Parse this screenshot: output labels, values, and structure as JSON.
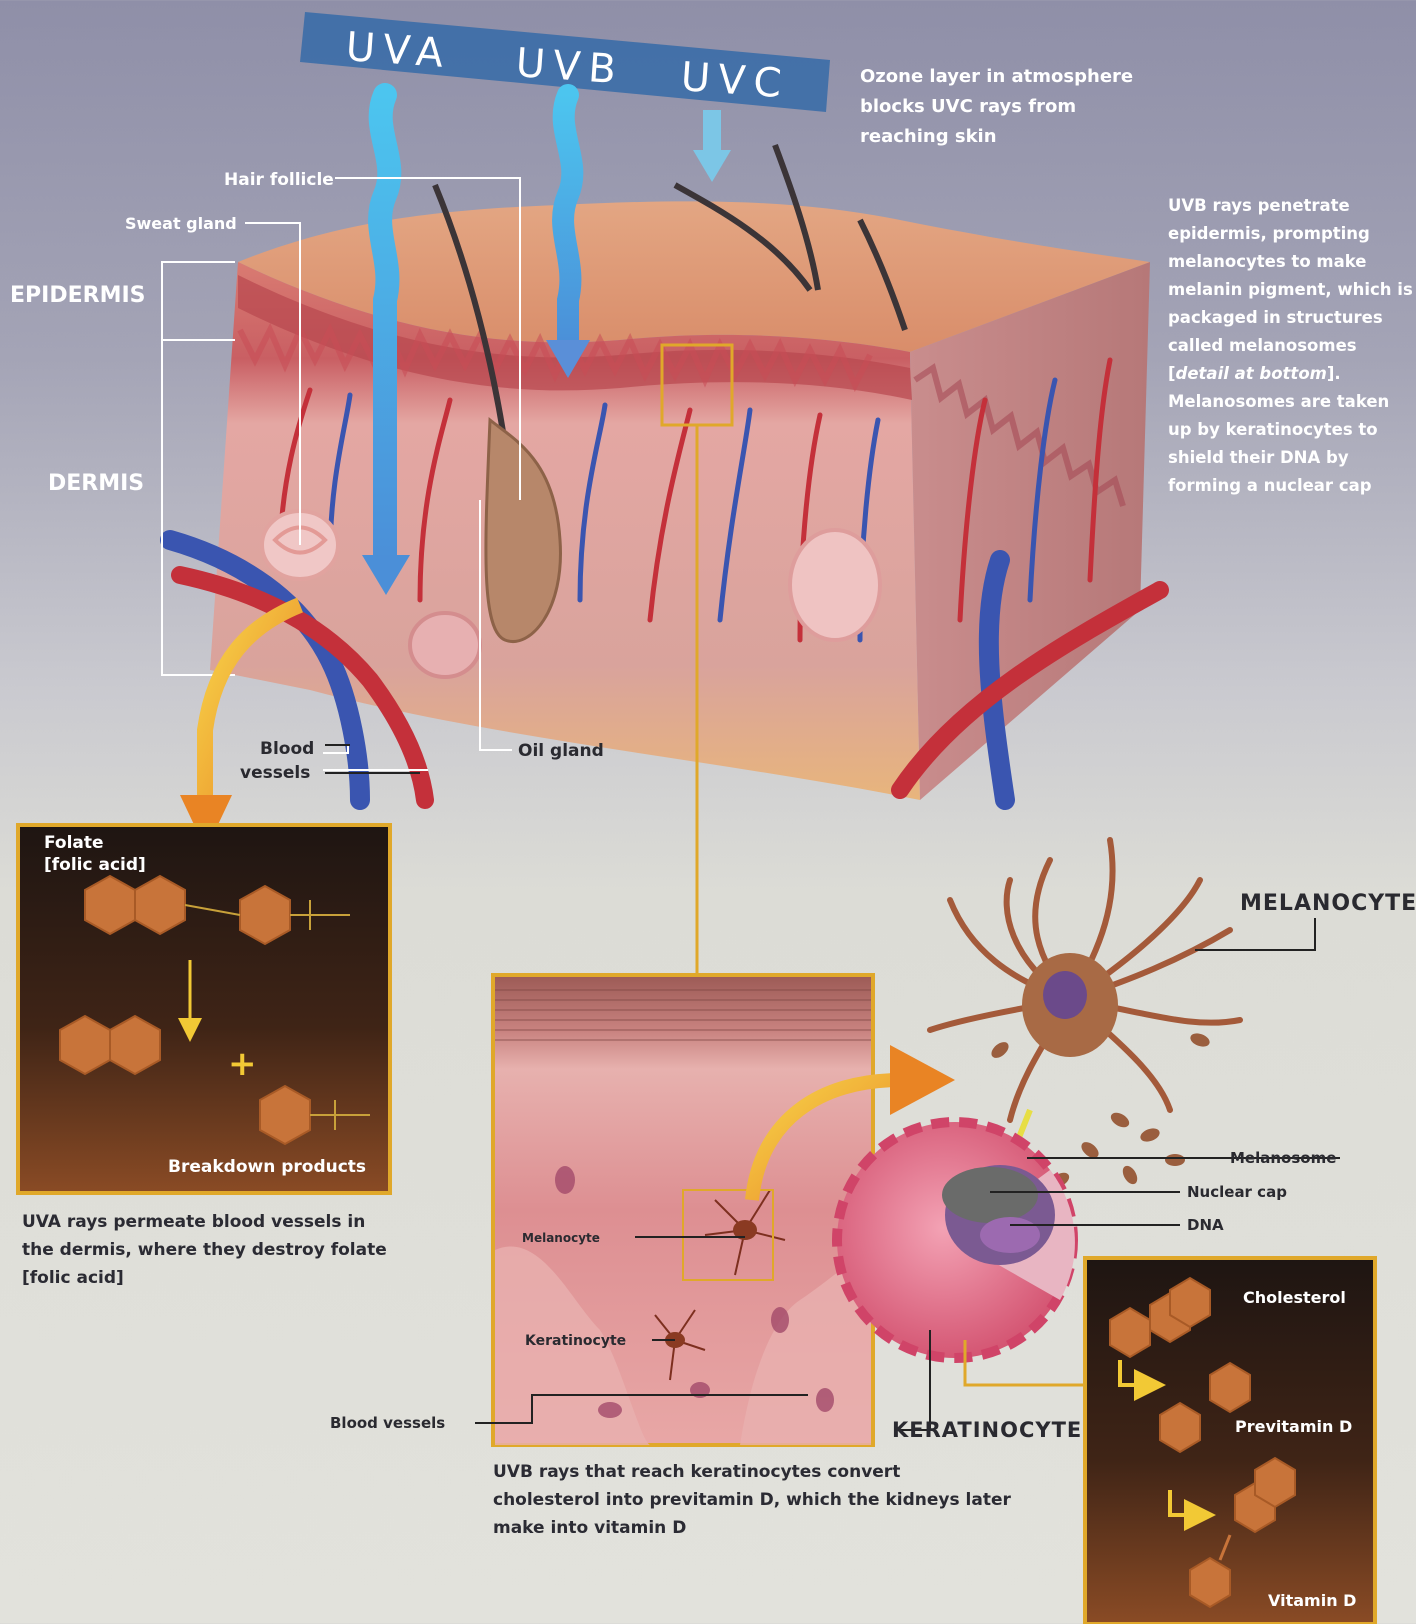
{
  "uv_band": {
    "uva": "UVA",
    "uvb": "UVB",
    "uvc": "UVC"
  },
  "ozone_note": "Ozone layer in atmosphere blocks UVC rays from reaching skin",
  "uvb_note": {
    "before": "UVB rays penetrate epidermis, prompting melanocytes to make melanin pigment, which is packaged in structures called melanosomes [",
    "italic": "detail at bottom",
    "after": "]. Melanosomes are taken up by keratinocytes to shield their DNA by forming a nuclear cap"
  },
  "skin_labels": {
    "hair_follicle": "Hair follicle",
    "sweat_gland": "Sweat gland",
    "epidermis": "EPIDERMIS",
    "dermis": "DERMIS",
    "blood_vessels_line1": "Blood",
    "blood_vessels_line2": "vessels",
    "oil_gland": "Oil gland"
  },
  "folate_box": {
    "title_line1": "Folate",
    "title_line2": "[folic acid]",
    "footer": "Breakdown products"
  },
  "uva_caption": "UVA rays permeate blood vessels in the dermis, where they destroy folate [folic acid]",
  "detail_labels": {
    "melanocyte": "Melanocyte",
    "keratinocyte": "Keratinocyte",
    "blood_vessels": "Blood vessels"
  },
  "uvb_caption": "UVB rays that reach keratinocytes convert cholesterol into previtamin D, which the kidneys later make into vitamin D",
  "cell_labels": {
    "melanocyte": "MELANOCYTE",
    "melanosome": "Melanosome",
    "nuclear_cap": "Nuclear cap",
    "dna": "DNA",
    "keratinocyte": "KERATINOCYTE"
  },
  "vitd_box": {
    "cholesterol": "Cholesterol",
    "previtamin": "Previtamin D",
    "vitamin": "Vitamin D"
  },
  "colors": {
    "uv_band": "#3f6fa8",
    "uv_ray": "#45b8e6",
    "box_frame": "#e0a82a",
    "molecule": "#c8743a",
    "vein": "#3a55b0",
    "artery": "#c4303a"
  }
}
